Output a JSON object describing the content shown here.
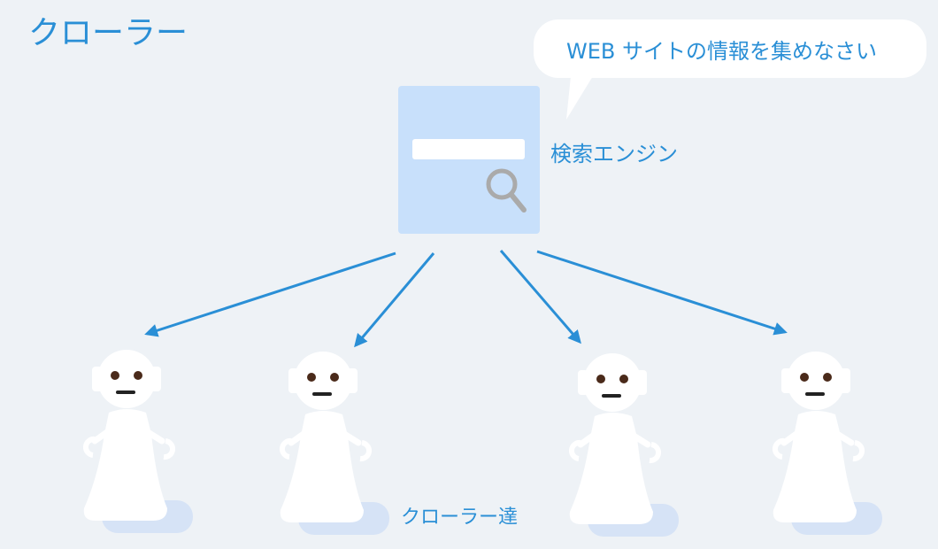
{
  "title": "クローラー",
  "speech_bubble": "WEB サイトの情報を集めなさい",
  "search_engine_label": "検索エンジン",
  "crawlers_label": "クローラー達",
  "colors": {
    "accent": "#2a8fd6",
    "engine_box": "#c8e0fb",
    "background": "#eef2f6",
    "shadow": "#d6e3f6"
  },
  "crawler_count": 4
}
